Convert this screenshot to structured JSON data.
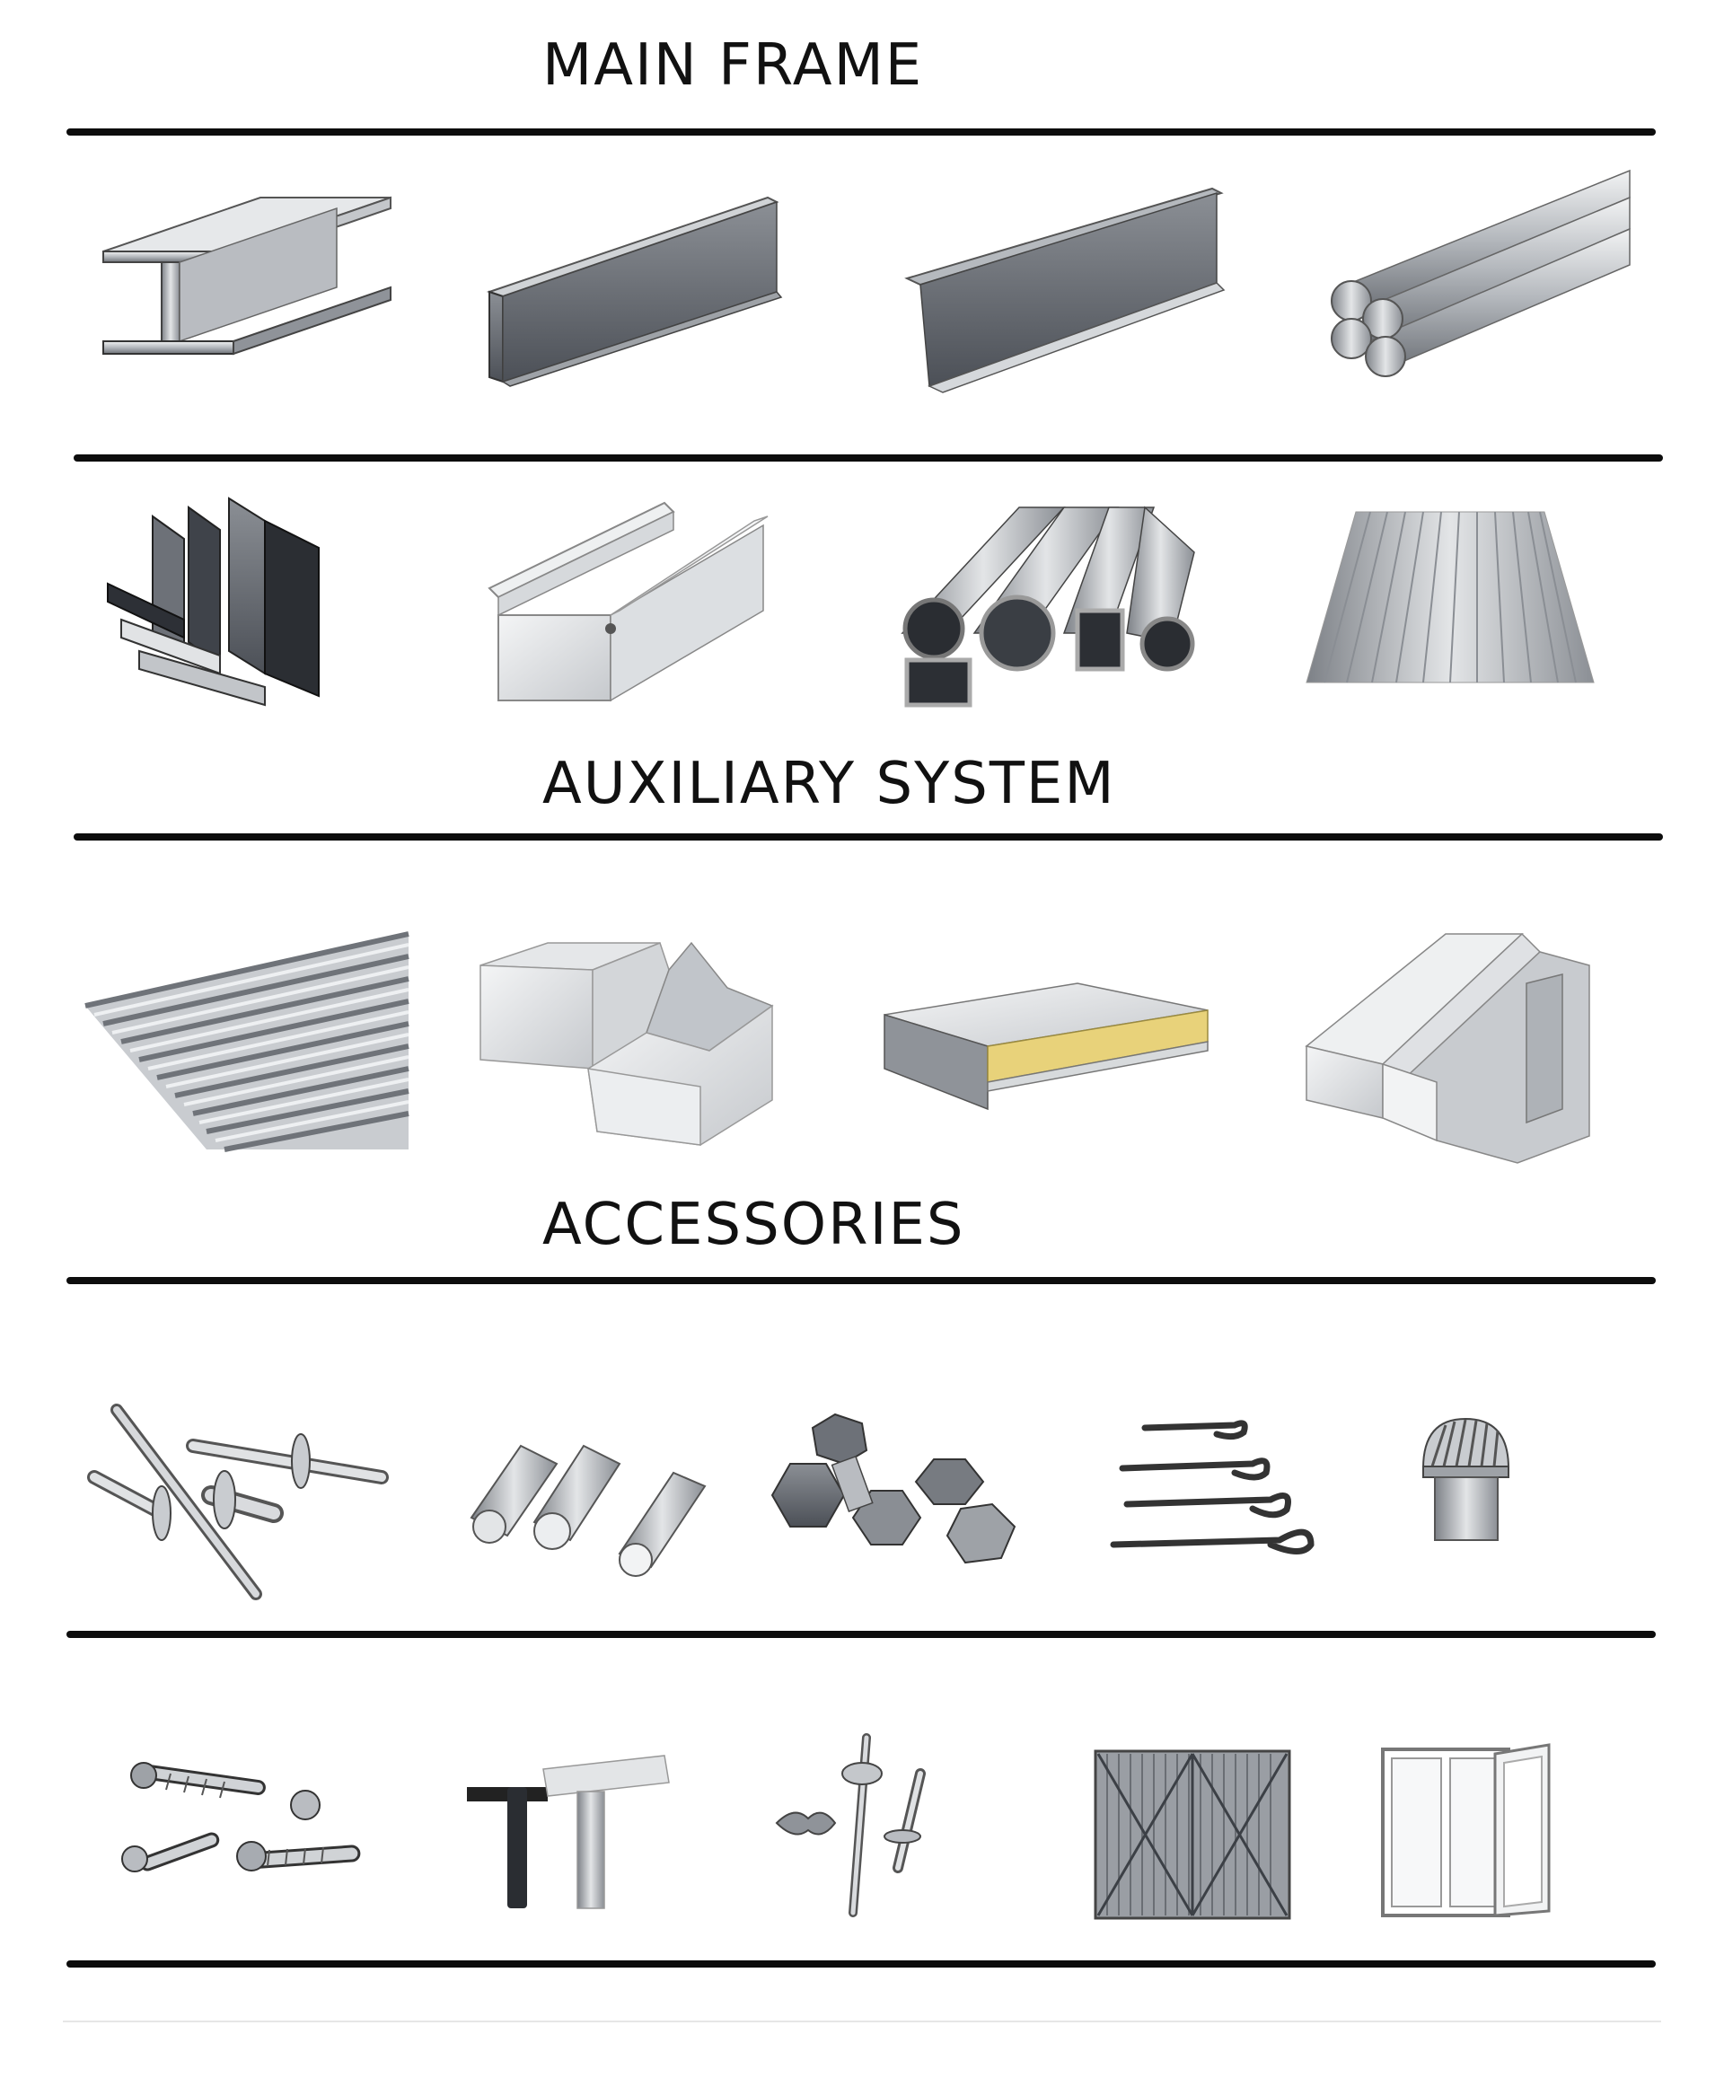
{
  "sections": {
    "main_frame": {
      "title": "MAIN FRAME"
    },
    "auxiliary_system": {
      "title": "AUXILIARY SYSTEM"
    },
    "accessories": {
      "title": "ACCESSORIES"
    }
  },
  "rows": {
    "main_frame_row1": [
      "h-beam-icon",
      "c-channel-icon",
      "z-purlin-icon",
      "round-bar-bundle-icon"
    ],
    "main_frame_row2": [
      "angle-steel-icon",
      "gutter-icon",
      "steel-pipes-icon",
      "floor-deck-icon"
    ],
    "auxiliary_row": [
      "corrugated-sheet-icon",
      "sandwich-panel-icon",
      "rockwool-panel-icon",
      "insulated-panel-icon"
    ],
    "accessories_row1": [
      "blind-rivet-icon",
      "expansion-bolt-icon",
      "hex-bolt-icon",
      "anchor-bolt-icon",
      "roof-ventilator-icon"
    ],
    "accessories_row2": [
      "self-tapping-screw-icon",
      "gutter-bracket-icon",
      "rivet-set-icon",
      "rolling-door-icon",
      "window-icon"
    ]
  },
  "colors": {
    "rule": "#0d0d0d",
    "steel_light": "#d9dbde",
    "steel_mid": "#a7abb1",
    "steel_dark": "#5d6168",
    "insulation": "#e8d27a"
  }
}
